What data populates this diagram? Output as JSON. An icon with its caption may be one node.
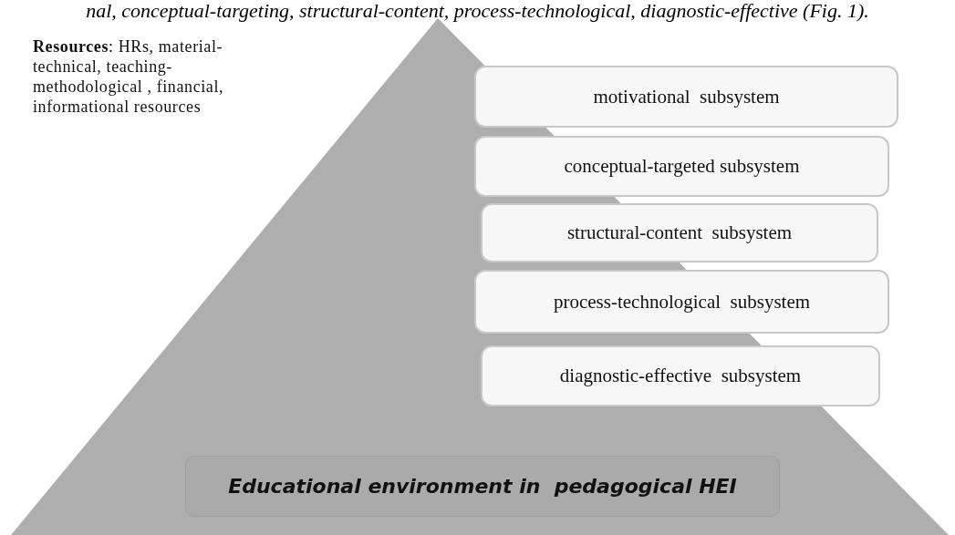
{
  "diagram": {
    "nodes": [
      {
        "text": [],
        "shape": "triangle"
      },
      {
        "text": [
          "motivational  subsystem"
        ],
        "in": 0
      },
      {
        "text": [
          "conceptual-targeted subsystem"
        ],
        "in": 0
      },
      {
        "text": [
          "structural-content  subsystem"
        ],
        "in": 0
      },
      {
        "text": [
          "process-technological  subsystem"
        ],
        "in": 0
      },
      {
        "text": [
          "diagnostic-effective  subsystem"
        ],
        "in": 0
      },
      {
        "text": [
          "Educational environment in  pedagogical HEI"
        ],
        "in": 0
      }
    ],
    "edges": [],
    "labels": [
      "nal, conceptual-targeting, structural-content, process-technological, diagnostic-effective (Fig. 1).",
      "**Resources**: HRs, material-technical, teaching-methodological , financial, informational resources"
    ]
  }
}
